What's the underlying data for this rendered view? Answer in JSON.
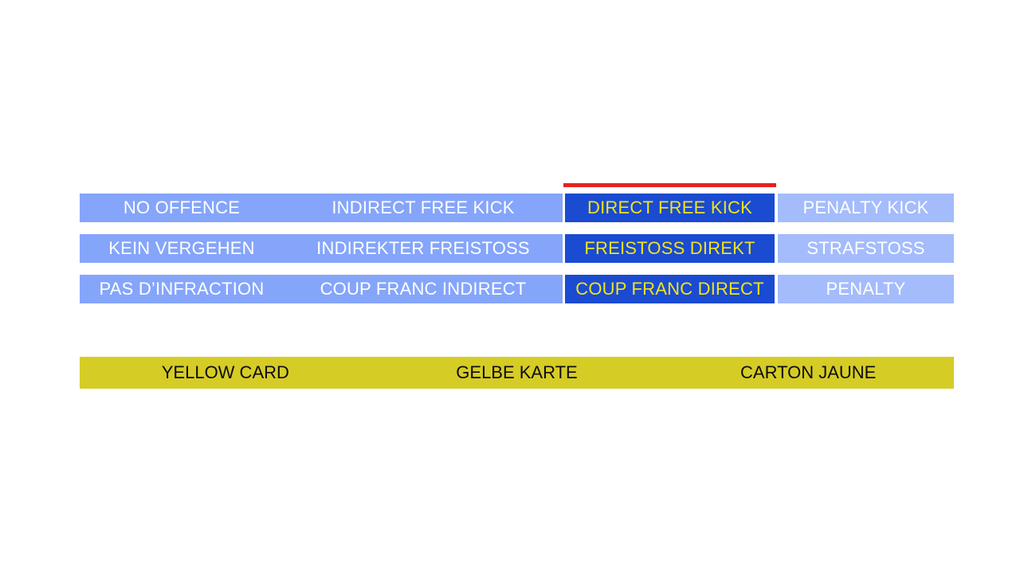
{
  "slide": {
    "background_color": "#ffffff",
    "colors": {
      "light_blue": "#85A5FB",
      "light_blue_alt": "#A4BCFC",
      "dark_blue": "#1A4BD1",
      "highlight_text": "#F2E31B",
      "red_marker": "#E8211E",
      "yellow_bar": "#D6CC26",
      "yellow_bar_text": "#0d0d0d",
      "cell_text": "#ffffff"
    }
  },
  "matrix": {
    "rows": [
      {
        "language": "english",
        "no_offence": "NO OFFENCE",
        "indirect_free_kick": "INDIRECT FREE KICK",
        "direct_free_kick": "DIRECT FREE KICK",
        "penalty_kick": "PENALTY KICK"
      },
      {
        "language": "german",
        "no_offence": "KEIN VERGEHEN",
        "indirect_free_kick": "INDIREKTER FREISTOSS",
        "direct_free_kick": "FREISTOSS DIREKT",
        "penalty_kick": "STRAFSTOSS"
      },
      {
        "language": "french",
        "no_offence": "PAS D’INFRACTION",
        "indirect_free_kick": "COUP FRANC INDIRECT",
        "direct_free_kick": "COUP FRANC DIRECT",
        "penalty_kick": "PENALTY"
      }
    ]
  },
  "card_bar": {
    "labels": [
      "YELLOW CARD",
      "GELBE KARTE",
      "CARTON JAUNE"
    ]
  }
}
